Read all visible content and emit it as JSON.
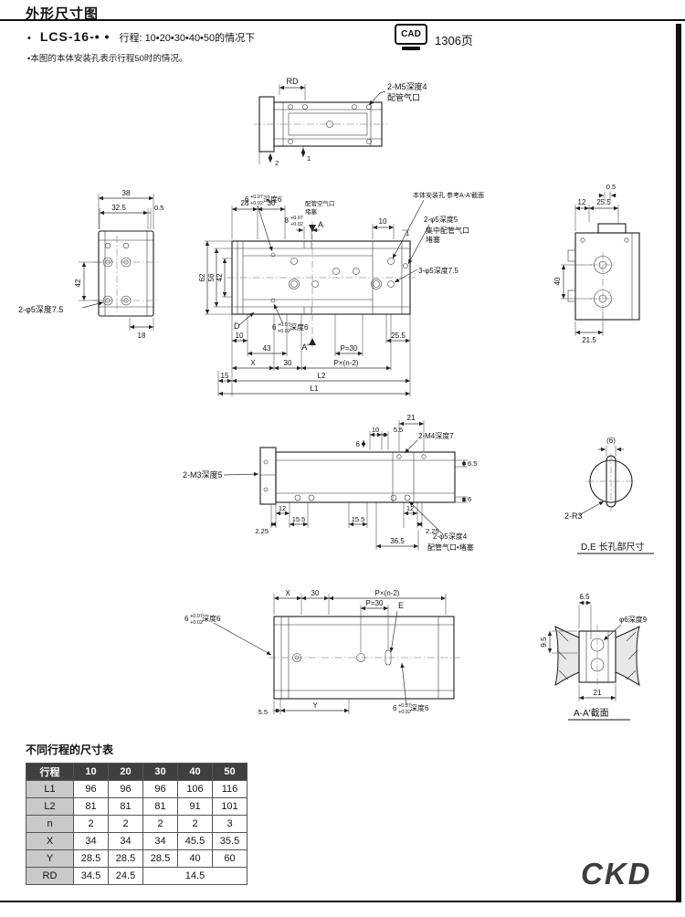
{
  "colors": {
    "line": "#1c1c1c",
    "table_header_bg": "#3f3f3f",
    "table_header_text": "#ffffff",
    "table_label_bg": "#c9c9c9",
    "page_bg": "#ffffff"
  },
  "header": {
    "title": "外形尺寸图",
    "bullet": "•",
    "model": "LCS-16-• •",
    "stroke_line": "行程: 10•20•30•40•50的情况下",
    "cad_label": "CAD",
    "page_ref": "1306页",
    "note": "•本图的本体安装孔表示行程50时的情况。"
  },
  "footer": {
    "logo": "CKD"
  },
  "views": {
    "top": {
      "rd": "RD",
      "m5": "2-M5深度4",
      "m5_port": "配管气口",
      "d2": "2",
      "d1": "1"
    },
    "left": {
      "d38": "38",
      "d32_5": "32.5",
      "d0_5": "0.5",
      "d42": "42",
      "d18": "18",
      "c_holes": "2-φ5深度7.5"
    },
    "main": {
      "d28": "28",
      "d30": "30",
      "d10": "10",
      "d1": "1",
      "d62": "62",
      "d56": "56",
      "d42": "42",
      "a": "A",
      "a_prime": "A'",
      "slot_top": {
        "n": "6",
        "tu": "+0.07",
        "td": "+0.02",
        "suffix": "深度6"
      },
      "slot8": {
        "n": "8",
        "tu": "+0.07",
        "td": "+0.02"
      },
      "port_note1": "配管空气口",
      "port_note2": "堵塞",
      "mount_note": "本体安装孔 参考A-A'截面",
      "c5d5": "2-φ5深度5",
      "central_port": "集中配管气口",
      "plug": "堵塞",
      "c5d75": "3-φ5深度7.5",
      "d_label": "D",
      "slot_bottom": {
        "n": "6",
        "tu": "+0.07",
        "td": "+0.02",
        "suffix": "深度6"
      },
      "d10b": "10",
      "d25_5": "25.5",
      "d43": "43",
      "p30": "P=30",
      "x": "X",
      "d30b": "30",
      "pn2": "P×(n-2)",
      "d15": "15",
      "l2": "L2",
      "l1": "L1"
    },
    "right": {
      "d0_5": "0.5",
      "d12": "12",
      "d25_5": "25.5",
      "d40": "40",
      "d21_5": "21.5"
    },
    "side": {
      "d21": "21",
      "d10": "10",
      "d5_5": "5.5",
      "d6top": "6",
      "m4": "2-M4深度7",
      "m3": "2-M3深度5",
      "d12l": "12",
      "d2_25l": "2.25",
      "d15_5l": "15.5",
      "d15_5r": "15.5",
      "d12r": "12",
      "d2_25r": "2.25",
      "d6_5": "6.5",
      "d6r": "6",
      "c5d4": "2-φ5深度4",
      "port_plug": "配管气口•堵塞",
      "d36_5": "36.5"
    },
    "detail": {
      "d6": "(6)",
      "r3": "2-R3",
      "caption": "D,E 长孔部尺寸"
    },
    "bottom": {
      "x": "X",
      "d30": "30",
      "pn2": "P×(n-2)",
      "p30": "P=30",
      "e": "E",
      "slot_left": {
        "n": "6",
        "tu": "+0.07",
        "td": "+0.02",
        "suffix": "深度6"
      },
      "slot_right": {
        "n": "6",
        "tu": "+0.07",
        "td": "+0.02",
        "suffix": "深度6"
      },
      "d5_5": "5.5",
      "y": "Y"
    },
    "section": {
      "d6_5": "6.5",
      "d9_5": "9.5",
      "hole": "φ6深度9",
      "d21": "21",
      "caption": "A-A'截面"
    }
  },
  "table": {
    "caption": "不同行程的尺寸表",
    "headers": [
      "行程",
      "10",
      "20",
      "30",
      "40",
      "50"
    ],
    "rows": [
      {
        "label": "L1",
        "values": [
          "96",
          "96",
          "96",
          "106",
          "116"
        ]
      },
      {
        "label": "L2",
        "values": [
          "81",
          "81",
          "81",
          "91",
          "101"
        ]
      },
      {
        "label": "n",
        "values": [
          "2",
          "2",
          "2",
          "2",
          "3"
        ]
      },
      {
        "label": "X",
        "values": [
          "34",
          "34",
          "34",
          "45.5",
          "35.5"
        ]
      },
      {
        "label": "Y",
        "values": [
          "28.5",
          "28.5",
          "28.5",
          "40",
          "60"
        ]
      },
      {
        "label": "RD",
        "values": [
          "34.5",
          "24.5",
          "14.5"
        ]
      }
    ]
  }
}
